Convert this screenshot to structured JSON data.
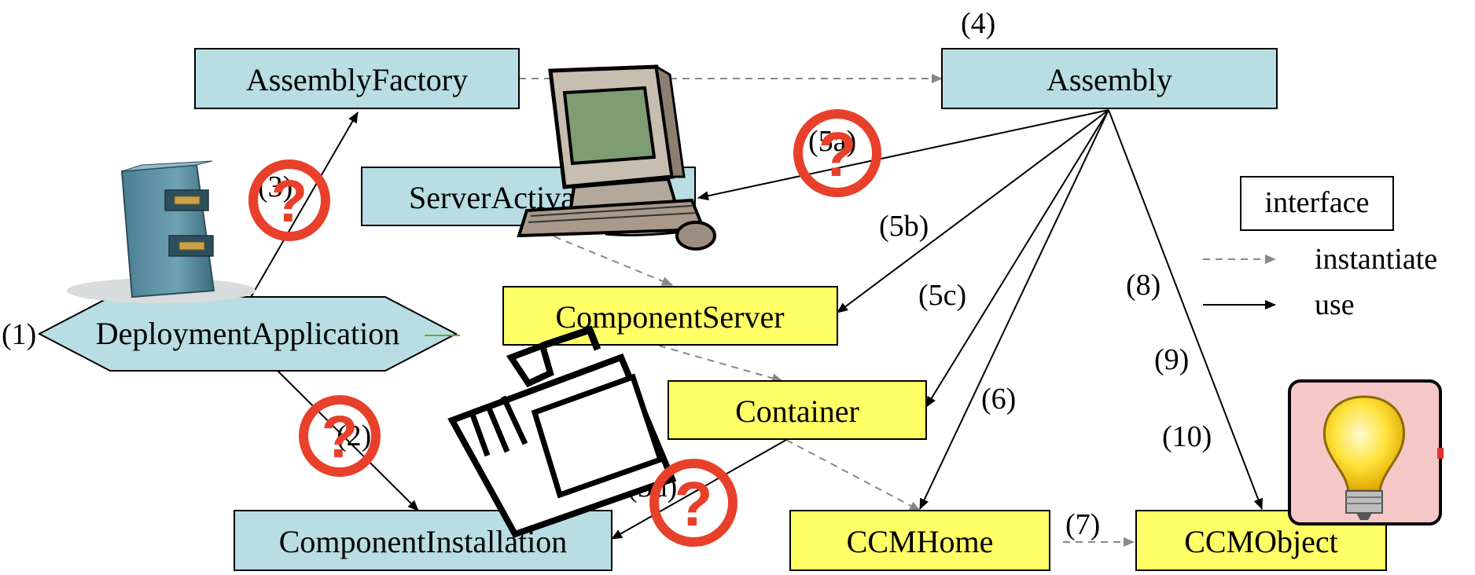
{
  "nodes": {
    "assembly_factory": "AssemblyFactory",
    "assembly": "Assembly",
    "server_activator": "ServerActivator",
    "deployment_application": "DeploymentApplication",
    "component_server": "ComponentServer",
    "container": "Container",
    "component_installation": "ComponentInstallation",
    "ccm_home": "CCMHome",
    "ccm_object": "CCMObject"
  },
  "step_labels": {
    "s1": "(1)",
    "s2": "(2)",
    "s3": "(3)",
    "s4": "(4)",
    "s5a": "(5a)",
    "s5b": "(5b)",
    "s5c": "(5c)",
    "s5d": "(5d)",
    "s6": "(6)",
    "s7": "(7)",
    "s8": "(8)",
    "s9": "(9)",
    "s10": "(10)"
  },
  "legend": {
    "interface": "interface",
    "instantiate": "instantiate",
    "use": "use"
  },
  "question_mark": "?",
  "colors": {
    "interface_fill": "#b8dde2",
    "implementation_fill": "#ffff66",
    "question_red": "#e8402a",
    "instantiate_arrow": "#888888",
    "use_arrow": "#000000"
  },
  "icons": [
    "file-cabinet-icon",
    "computer-icon",
    "briefcase-icon",
    "lightbulb-icon"
  ]
}
